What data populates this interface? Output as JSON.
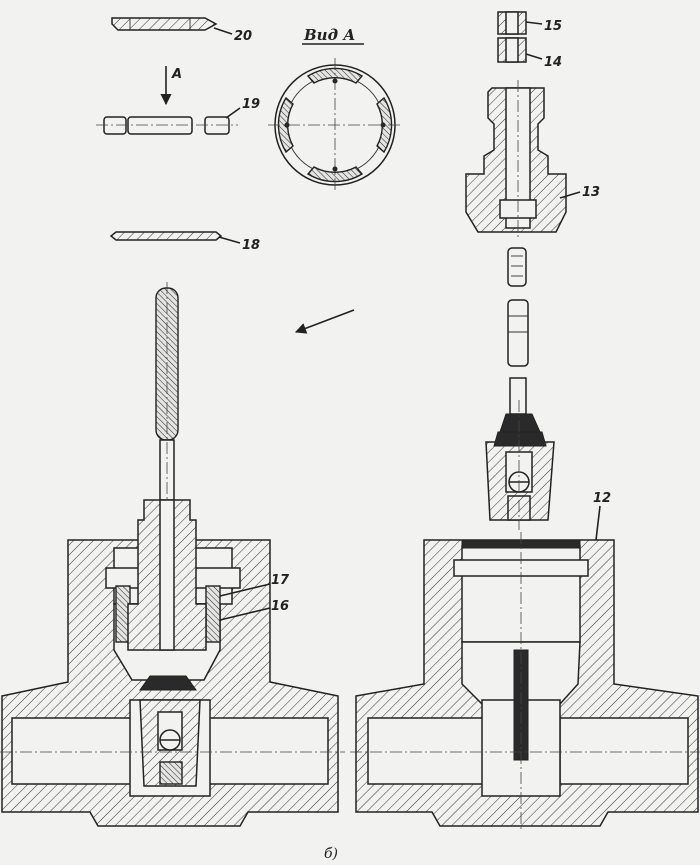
{
  "labels": {
    "part_12": "12",
    "part_13": "13",
    "part_14": "14",
    "part_15": "15",
    "part_16": "16",
    "part_17": "17",
    "part_18": "18",
    "part_19": "19",
    "part_20": "20",
    "view_marker": "А",
    "view_title": "Вид А",
    "caption": "б)"
  }
}
